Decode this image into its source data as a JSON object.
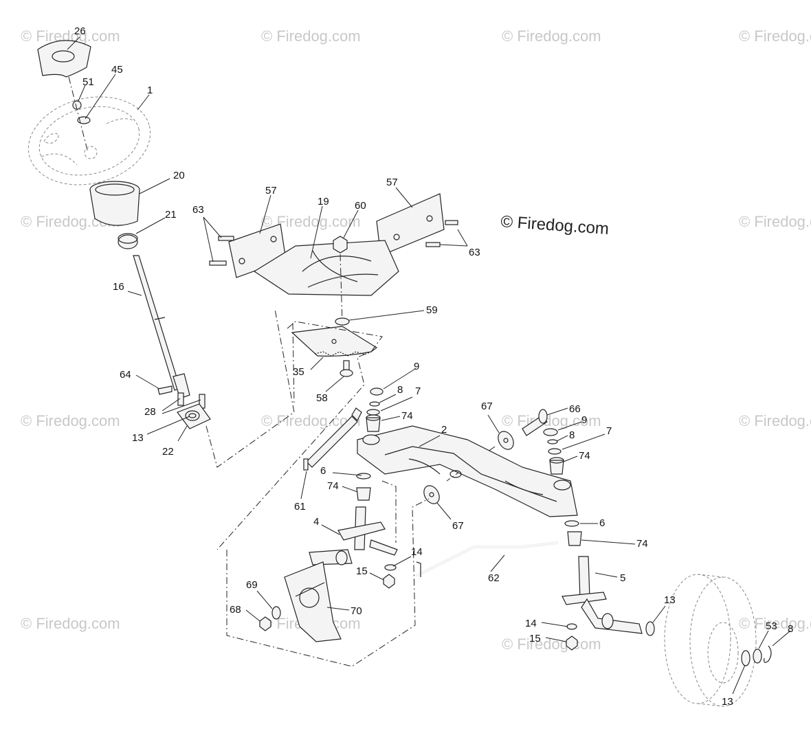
{
  "brand": "© Firedog.com",
  "watermark": "© Firedog.com",
  "callouts": {
    "c26": "26",
    "c45": "45",
    "c51": "51",
    "c1": "1",
    "c20": "20",
    "c21": "21",
    "c16": "16",
    "c64": "64",
    "c28": "28",
    "c13a": "13",
    "c22": "22",
    "c63a": "63",
    "c57a": "57",
    "c19": "19",
    "c60": "60",
    "c57b": "57",
    "c63b": "63",
    "c59": "59",
    "c35": "35",
    "c58": "58",
    "c9a": "9",
    "c8a": "8",
    "c7a": "7",
    "c74a": "74",
    "c67a": "67",
    "c66": "66",
    "c9b": "9",
    "c8b": "8",
    "c7b": "7",
    "c74b": "74",
    "c2": "2",
    "c61": "61",
    "c6a": "6",
    "c74c": "74",
    "c67b": "67",
    "c6b": "6",
    "c74d": "74",
    "c4": "4",
    "c14a": "14",
    "c15a": "15",
    "c62": "62",
    "c5": "5",
    "c69": "69",
    "c68": "68",
    "c70": "70",
    "c13b": "13",
    "c53": "53",
    "c8c": "8",
    "c14b": "14",
    "c15b": "15",
    "c13c": "13"
  }
}
